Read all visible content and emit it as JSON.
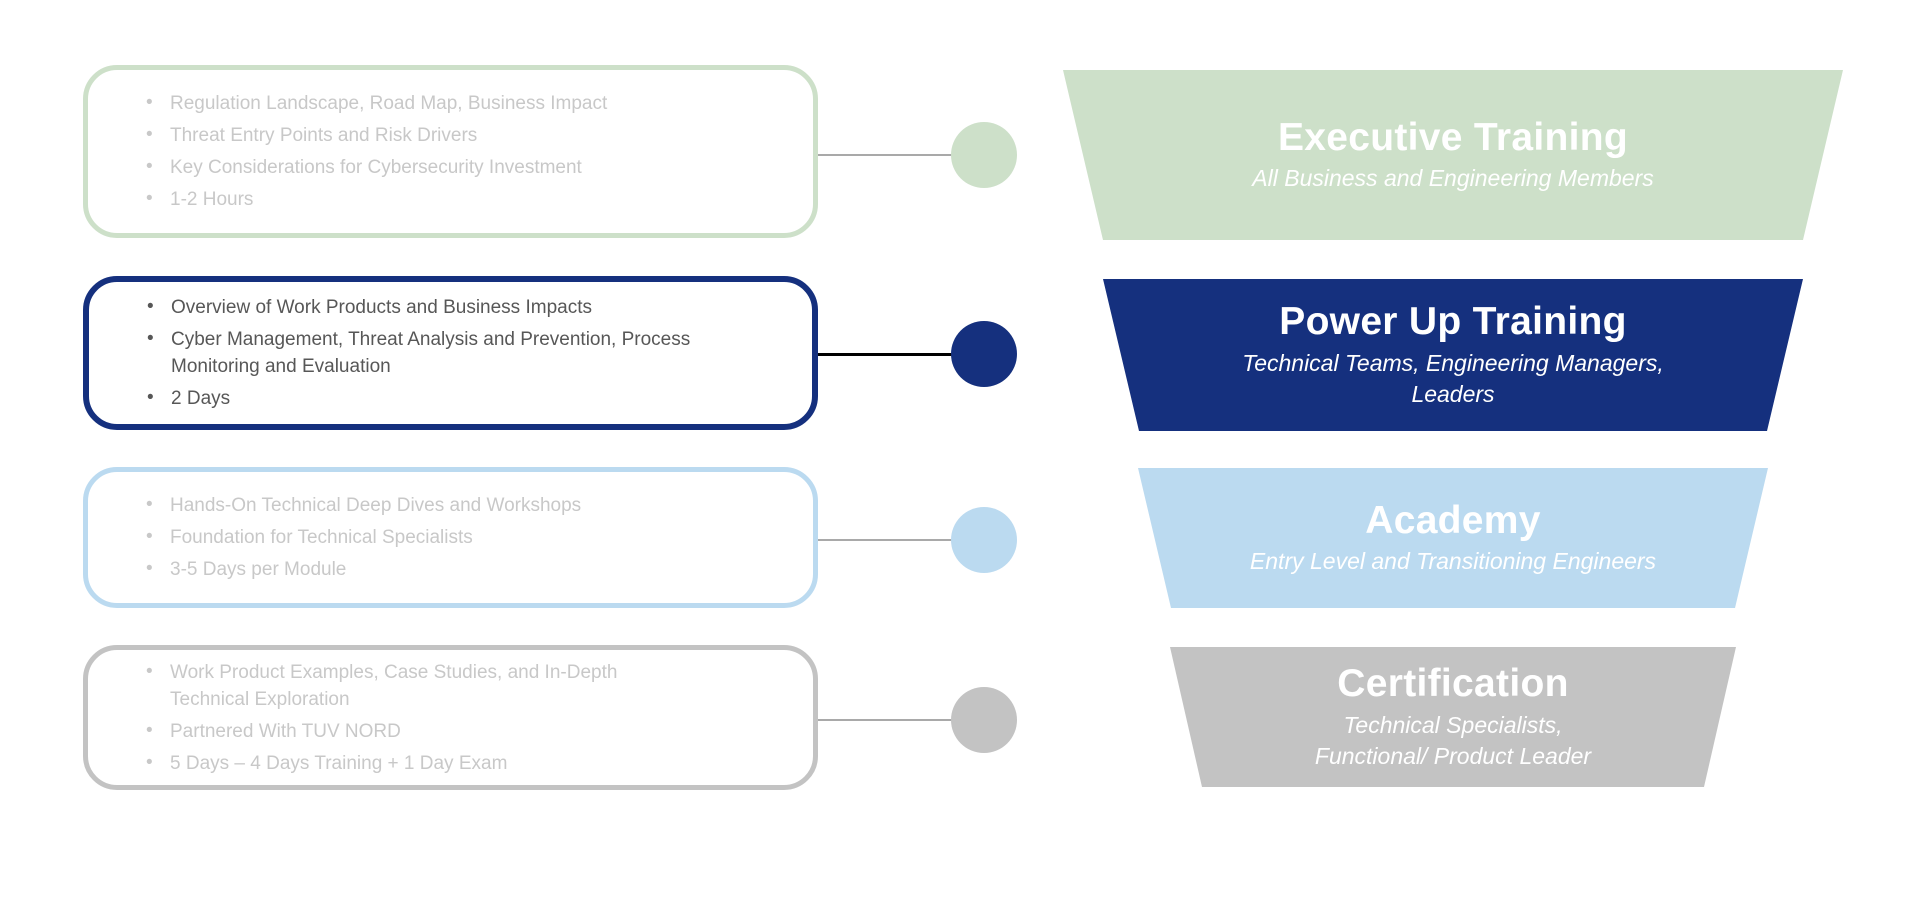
{
  "theme": {
    "background": "#ffffff",
    "green": "#cde0c9",
    "navy": "#15307e",
    "lightblue": "#bbdaf0",
    "gray": "#c3c3c3",
    "muted_text": "#c8c8c8",
    "active_text": "#575757",
    "connector": "#a9a9a9",
    "connector_active": "#000000"
  },
  "diagram": {
    "rows": [
      {
        "level": "executive-training",
        "title": "Executive Training",
        "subtitle": "All Business and Engineering Members",
        "color": "#cde0c9",
        "active": false,
        "bullets": [
          "Regulation Landscape, Road Map, Business Impact",
          "Threat Entry Points and Risk Drivers",
          "Key Considerations for Cybersecurity Investment",
          "1-2 Hours"
        ]
      },
      {
        "level": "power-up-training",
        "title": "Power Up Training",
        "subtitle": "Technical Teams, Engineering Managers, Leaders",
        "color": "#15307e",
        "active": true,
        "bullets": [
          "Overview of Work Products and Business Impacts",
          "Cyber Management, Threat Analysis and Prevention, Process Monitoring and Evaluation",
          "2 Days"
        ]
      },
      {
        "level": "academy",
        "title": "Academy",
        "subtitle": "Entry Level and Transitioning Engineers",
        "color": "#bbdaf0",
        "active": false,
        "bullets": [
          "Hands-On Technical Deep Dives and Workshops",
          "Foundation for Technical Specialists",
          "3-5 Days per Module"
        ]
      },
      {
        "level": "certification",
        "title": "Certification",
        "subtitle": "Technical Specialists, Functional/ Product Leader",
        "color": "#c3c3c3",
        "active": false,
        "bullets": [
          "Work Product Examples, Case Studies, and In-Depth Technical Exploration",
          "Partnered With TUV NORD",
          "5 Days – 4 Days Training + 1 Day Exam"
        ]
      }
    ]
  }
}
